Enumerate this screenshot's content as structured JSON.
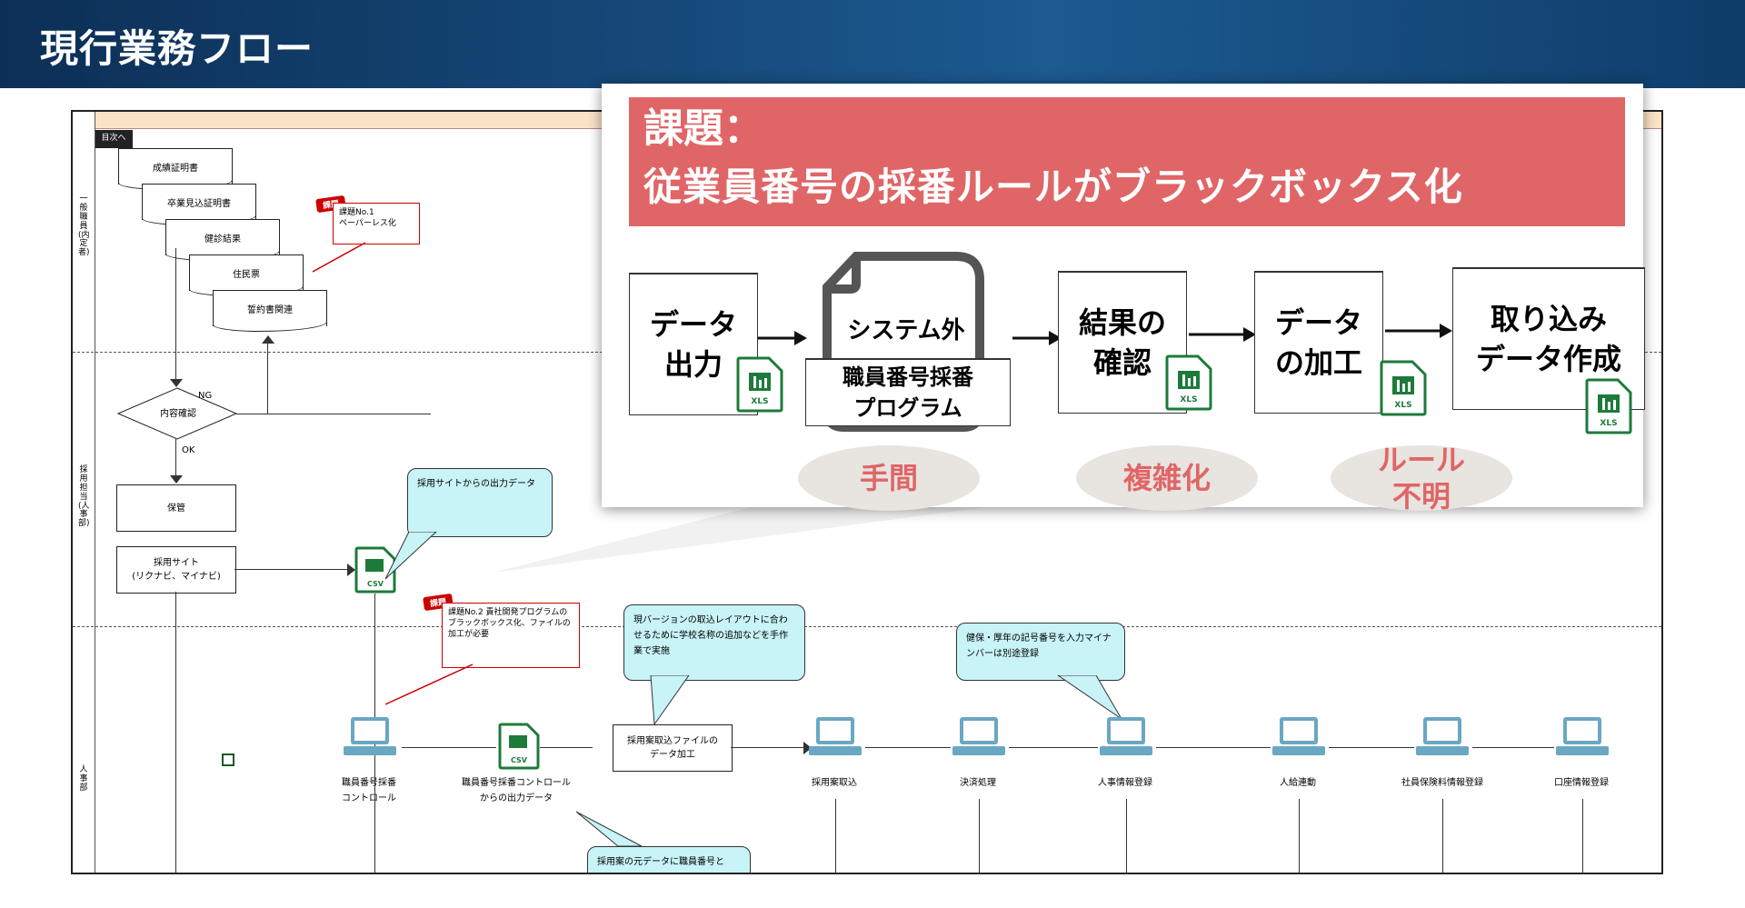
{
  "page": {
    "title": "現行業務フロー"
  },
  "flow": {
    "docs": [
      "成績証明書",
      "卒業見込証明書",
      "健診結果",
      "住民票",
      "誓約書関連"
    ],
    "decision": "内容確認",
    "ng": "NG",
    "ok": "OK",
    "storage": "保管",
    "site_line1": "採用サイト",
    "site_line2": "(リクナビ、マイナビ)",
    "toc_button": "目次へ",
    "lanes": [
      "一般職員(内定者)",
      "採用担当(人事部)",
      "人事部"
    ],
    "bubble1": "採用サイトからの出力データ",
    "bubble2": "現バージョンの取込レイアウトに合わせるために学校名称の追加などを手作業で実施",
    "bubble3": "健保・厚年の記号番号を入力マイナンバーは別途登録",
    "bubble4": "採用案の元データに職員番号と",
    "issue1_tag": "課題",
    "issue1_text": "課題No.1\nペーパーレス化",
    "issue2_tag": "課題",
    "issue2_text": "課題No.2\n責社開発プログラムのブラックボックス化、ファイルの加工が必要",
    "csv_label": "CSV",
    "node_ctrl_1": "職員番号採番",
    "node_ctrl_2": "コントロール",
    "csv2_1": "職員番号採番コントロール",
    "csv2_2": "からの出力データ",
    "proc_box_1": "採用案取込ファイルの",
    "proc_box_2": "データ加工",
    "nodes": [
      "採用案取込",
      "決済処理",
      "人事情報登録",
      "人給連動",
      "社員保険料情報登録",
      "口座情報登録"
    ]
  },
  "callout": {
    "banner_line1": "課題：",
    "banner_line2": "従業員番号の採番ルールがブラックボックス化",
    "box1_1": "データ",
    "box1_2": "出力",
    "box2_1": "システム外",
    "box2_2": "職員番号採番",
    "box2_3": "プログラム",
    "box3_1": "結果の",
    "box3_2": "確認",
    "box4_1": "データ",
    "box4_2": "の加工",
    "box5_1": "取り込み",
    "box5_2": "データ作成",
    "xls_label": "XLS",
    "tag1": "手間",
    "tag2": "複雑化",
    "tag3_1": "ルール",
    "tag3_2": "不明"
  },
  "colors": {
    "header": "#154777",
    "banner": "#e06567",
    "bubble": "#c8f3f7",
    "excel": "#1d7a3a",
    "issue": "#cc0000",
    "tag_bg": "#e8e4df"
  }
}
